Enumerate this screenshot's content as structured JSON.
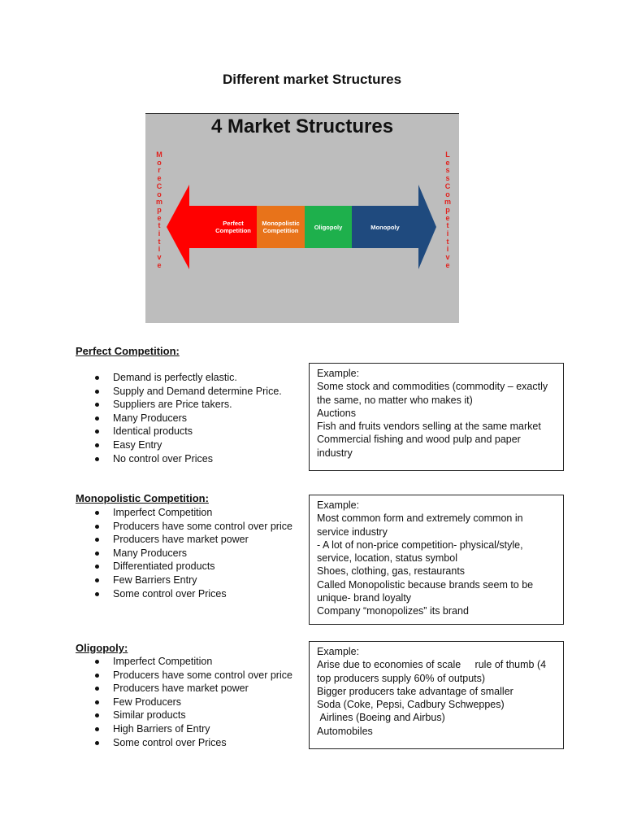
{
  "page_title": "Different market Structures",
  "diagram": {
    "title": "4 Market Structures",
    "left_label": [
      "M",
      "o",
      "r",
      "e",
      "C",
      "o",
      "m",
      "p",
      "e",
      "t",
      "i",
      "t",
      "i",
      "v",
      "e"
    ],
    "right_label": [
      "L",
      "e",
      "s",
      "s",
      "C",
      "o",
      "m",
      "p",
      "e",
      "t",
      "i",
      "t",
      "i",
      "v",
      "e"
    ],
    "segments": [
      {
        "label": "Perfect Competition",
        "color": "#ff0000"
      },
      {
        "label": "Monopolistic Competition",
        "color": "#e8731a"
      },
      {
        "label": "Oligopoly",
        "color": "#1eb04c"
      },
      {
        "label": "Monopoly",
        "color": "#1f4a7e"
      }
    ],
    "colors": {
      "background": "#bdbdbd",
      "left_arrow": "#ff0000",
      "right_arrow": "#1f4a7e",
      "side_text": "#e0231f"
    }
  },
  "sections": [
    {
      "heading": "Perfect Competition:",
      "bullets": [
        "Demand is perfectly elastic.",
        "Supply and Demand determine Price.",
        "Suppliers are Price takers.",
        "Many Producers",
        "Identical products",
        "Easy Entry",
        "No control over Prices"
      ],
      "example_lines": [
        "Example:",
        "Some stock and commodities (commodity – exactly",
        "the same, no matter who makes it)",
        "Auctions",
        "Fish and fruits vendors selling at the same market",
        "Commercial fishing and wood pulp and paper",
        "industry"
      ]
    },
    {
      "heading": "Monopolistic Competition:",
      "bullets": [
        "Imperfect Competition",
        "Producers have some control over price",
        "Producers have market power",
        "Many Producers",
        "Differentiated products",
        "Few Barriers Entry",
        "Some control over Prices"
      ],
      "example_lines": [
        "Example:",
        "Most common form and extremely common in",
        "service industry",
        "- A lot of non-price competition- physical/style,",
        "service, location, status symbol",
        "Shoes, clothing, gas, restaurants",
        "Called Monopolistic because brands seem to be",
        "unique- brand loyalty",
        "Company “monopolizes” its brand"
      ]
    },
    {
      "heading": "Oligopoly:",
      "bullets": [
        "Imperfect Competition",
        "Producers have some control over price",
        "Producers have market power",
        "Few Producers",
        "Similar products",
        "High Barriers of Entry",
        "Some control over Prices"
      ],
      "example_lines": [
        "Example:",
        "Arise due to economies of scale     rule of thumb (4",
        "top producers supply 60% of outputs)",
        "Bigger producers take advantage of smaller",
        "Soda (Coke, Pepsi, Cadbury Schweppes)",
        " Airlines (Boeing and Airbus)",
        "Automobiles"
      ]
    }
  ]
}
